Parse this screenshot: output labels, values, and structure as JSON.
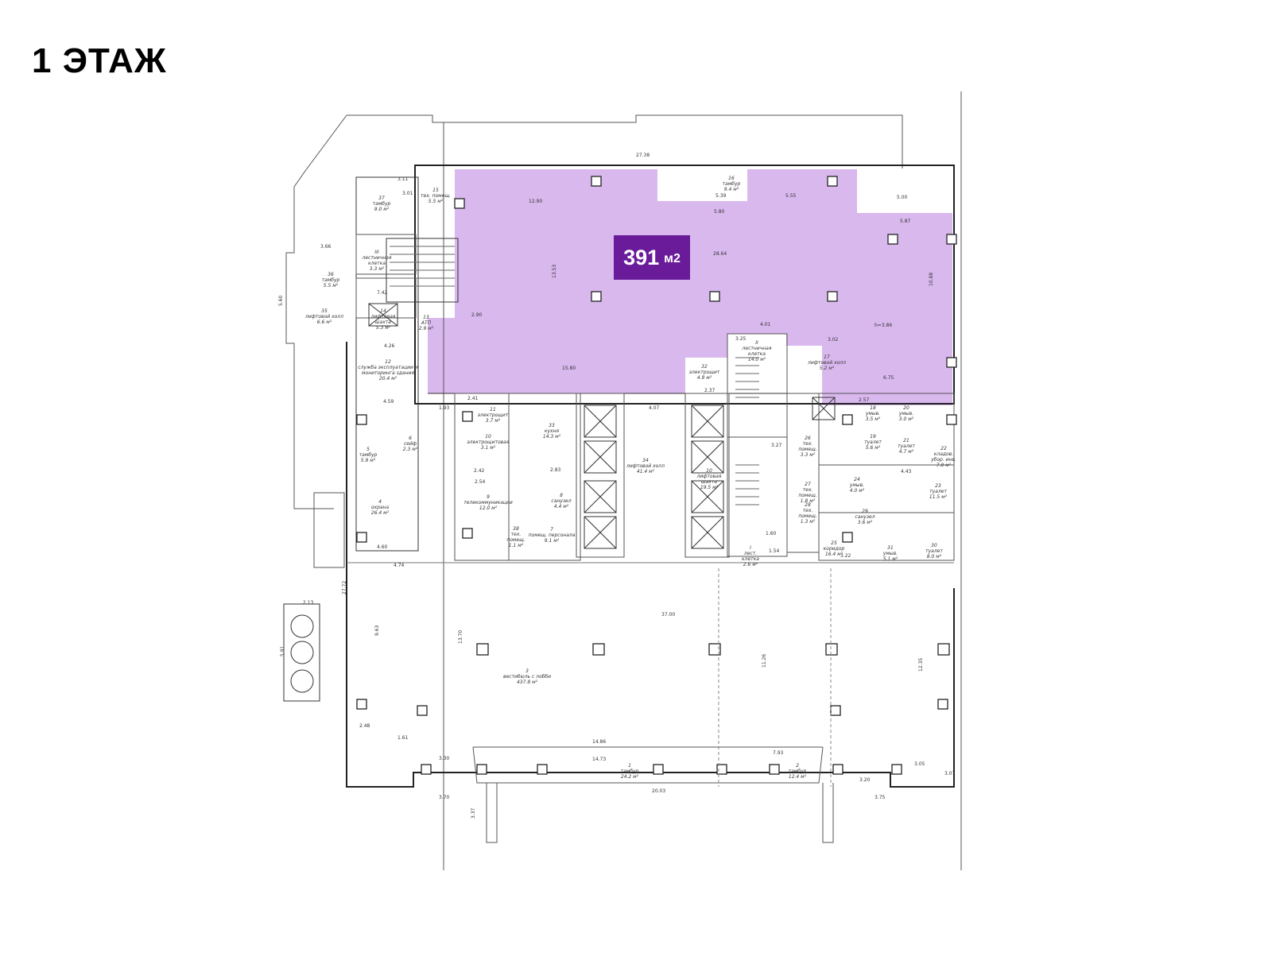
{
  "title": "1 ЭТАЖ",
  "highlight": {
    "color": "#d9b8ee",
    "badge_color": "#6a1b9a",
    "area_value": "391",
    "area_unit": "м2"
  },
  "rooms": [
    {
      "id": "r37",
      "lines": [
        "37",
        "тамбур",
        "9.0 м²"
      ]
    },
    {
      "id": "r15",
      "lines": [
        "15",
        "тех. помещ.",
        "5.5 м²"
      ]
    },
    {
      "id": "r16",
      "lines": [
        "16",
        "тамбур",
        "9.4 м²"
      ]
    },
    {
      "id": "r36",
      "lines": [
        "36",
        "тамбур",
        "5.5 м²"
      ]
    },
    {
      "id": "rIII",
      "lines": [
        "III",
        "лестничная",
        "клетка",
        "3.3 м²"
      ]
    },
    {
      "id": "r35",
      "lines": [
        "35",
        "лифтовой холл",
        "6.6 м²"
      ]
    },
    {
      "id": "r14",
      "lines": [
        "14",
        "лифтовая",
        "шахта",
        "5.3 м²"
      ]
    },
    {
      "id": "r13",
      "lines": [
        "13",
        "АТП",
        "2.9 м²"
      ]
    },
    {
      "id": "rII",
      "lines": [
        "II",
        "лестничная",
        "клетка",
        "14.0 м²"
      ]
    },
    {
      "id": "r17",
      "lines": [
        "17",
        "лифтовой холл",
        "5.2 м²"
      ]
    },
    {
      "id": "r32",
      "lines": [
        "32",
        "электрощит",
        "4.9 м²"
      ]
    },
    {
      "id": "r12",
      "lines": [
        "12",
        "служба эксплуатации и",
        "мониторинга здания",
        "20.4 м²"
      ]
    },
    {
      "id": "r11",
      "lines": [
        "11",
        "электрощит",
        "3.7 м²"
      ]
    },
    {
      "id": "r33",
      "lines": [
        "33",
        "кухня",
        "14.3 м²"
      ]
    },
    {
      "id": "r34",
      "lines": [
        "34",
        "лифтовой холл",
        "41.4 м²"
      ]
    },
    {
      "id": "r10",
      "lines": [
        "10",
        "электрощитовая",
        "3.1 м²"
      ]
    },
    {
      "id": "r6",
      "lines": [
        "6",
        "сейф",
        "2.3 м²"
      ]
    },
    {
      "id": "r5",
      "lines": [
        "5",
        "тамбур",
        "5.9 м²"
      ]
    },
    {
      "id": "r8",
      "lines": [
        "8",
        "санузел",
        "4.4 м²"
      ]
    },
    {
      "id": "r9",
      "lines": [
        "9",
        "телекоммуникации",
        "12.0 м²"
      ]
    },
    {
      "id": "r4",
      "lines": [
        "4",
        "охрана",
        "26.4 м²"
      ]
    },
    {
      "id": "r7",
      "lines": [
        "7",
        "помещ. персонала",
        "9.1 м²"
      ]
    },
    {
      "id": "r38",
      "lines": [
        "38",
        "тех.",
        "помещ.",
        "1.1 м²"
      ]
    },
    {
      "id": "r18",
      "lines": [
        "18",
        "умыв.",
        "3.5 м²"
      ]
    },
    {
      "id": "r20",
      "lines": [
        "20",
        "умыв.",
        "3.0 м²"
      ]
    },
    {
      "id": "r19",
      "lines": [
        "19",
        "туалет",
        "5.6 м²"
      ]
    },
    {
      "id": "r21",
      "lines": [
        "21",
        "туалет",
        "4.7 м²"
      ]
    },
    {
      "id": "r22",
      "lines": [
        "22",
        "кладов.",
        "убор. инв.",
        "7.0 м²"
      ]
    },
    {
      "id": "r26",
      "lines": [
        "26",
        "тех.",
        "помещ.",
        "3.3 м²"
      ]
    },
    {
      "id": "r24",
      "lines": [
        "24",
        "умыв.",
        "4.0 м²"
      ]
    },
    {
      "id": "r23",
      "lines": [
        "23",
        "туалет",
        "11.5 м²"
      ]
    },
    {
      "id": "r27",
      "lines": [
        "27",
        "тех.",
        "помещ.",
        "1.8 м²"
      ]
    },
    {
      "id": "r28",
      "lines": [
        "28",
        "тех.",
        "помещ.",
        "1.3 м²"
      ]
    },
    {
      "id": "r29",
      "lines": [
        "29",
        "санузел",
        "3.6 м²"
      ]
    },
    {
      "id": "r25",
      "lines": [
        "25",
        "коридор",
        "16.4 м²"
      ]
    },
    {
      "id": "r31",
      "lines": [
        "31",
        "умыв.",
        "5.1 м²"
      ]
    },
    {
      "id": "r30",
      "lines": [
        "30",
        "туалет",
        "8.0 м²"
      ]
    },
    {
      "id": "rI",
      "lines": [
        "I",
        "лест.",
        "клетка",
        "2.6 м²"
      ]
    },
    {
      "id": "r10b",
      "lines": [
        "10",
        "лифтовая",
        "шахта",
        "19.5 м²"
      ]
    },
    {
      "id": "r3",
      "lines": [
        "3",
        "вестибюль с лобби",
        "437.8 м²"
      ]
    },
    {
      "id": "r1",
      "lines": [
        "1",
        "тамбур",
        "24.2 м²"
      ]
    },
    {
      "id": "r2",
      "lines": [
        "2",
        "тамбур",
        "12.4 м²"
      ]
    }
  ],
  "dimensions": [
    "27.38",
    "12.90",
    "5.39",
    "5.80",
    "5.55",
    "5.00",
    "5.87",
    "28.64",
    "13.53",
    "10.88",
    "4.01",
    "h=3.86",
    "15.80",
    "6.75",
    "2.90",
    "3.11",
    "3.01",
    "3.66",
    "7.42",
    "5.60",
    "4.26",
    "4.59",
    "1.93",
    "2.41",
    "4.07",
    "37.00",
    "13.70",
    "11.26",
    "12.35",
    "14.86",
    "14.73",
    "20.03",
    "7.93",
    "3.70",
    "3.75",
    "3.37",
    "27.72",
    "9.63",
    "2.13",
    "5.91",
    "4.60",
    "4.74",
    "2.83",
    "2.54",
    "2.42",
    "3.27",
    "1.60",
    "1.54",
    "3.22",
    "4.43",
    "2.37",
    "3.02",
    "3.25",
    "2.57",
    "3.05",
    "3.07",
    "3.20",
    "3.30",
    "2.48",
    "1.61"
  ]
}
